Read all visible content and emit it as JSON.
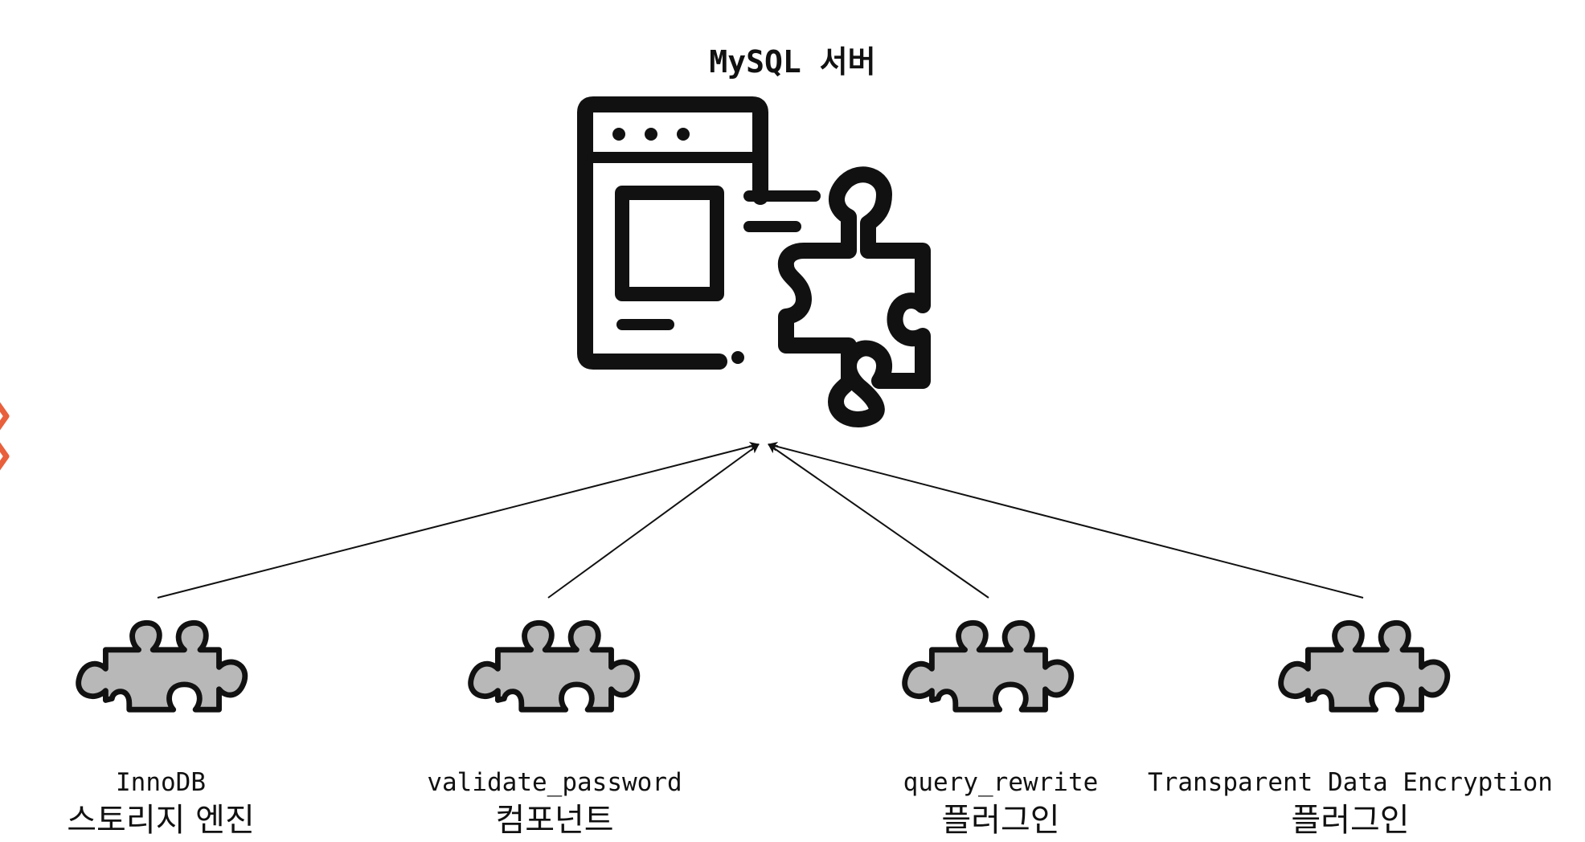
{
  "server": {
    "title": "MySQL 서버",
    "icon": "server-window-puzzle-icon"
  },
  "plugins": [
    {
      "name": "InnoDB",
      "kind": "스토리지 엔진",
      "icon": "puzzle-piece-icon"
    },
    {
      "name": "validate_password",
      "kind": "컴포넌트",
      "icon": "puzzle-piece-icon"
    },
    {
      "name": "query_rewrite",
      "kind": "플러그인",
      "icon": "puzzle-piece-icon"
    },
    {
      "name": "Transparent Data Encryption",
      "kind": "플러그인",
      "icon": "puzzle-piece-icon"
    }
  ],
  "colors": {
    "stroke": "#111111",
    "piece_fill": "#b8b8b8",
    "accent_edge": "#e8603c"
  }
}
